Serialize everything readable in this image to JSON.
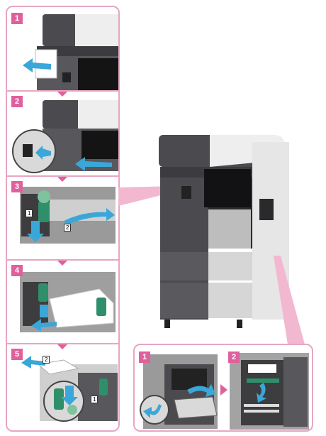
{
  "steps": [
    {
      "number": "1"
    },
    {
      "number": "2"
    },
    {
      "number": "3",
      "callouts": [
        "1",
        "2"
      ]
    },
    {
      "number": "4"
    },
    {
      "number": "5",
      "callouts": [
        "2",
        "1"
      ]
    }
  ],
  "detail_steps": [
    {
      "number": "1"
    },
    {
      "number": "2"
    }
  ],
  "colors": {
    "accent": "#e0609d",
    "frame": "#e8a6c3",
    "arrow": "#3aa7d8",
    "machine_dark": "#4b4a4e",
    "machine_light": "#e6e6e6",
    "lever_green": "#2f8f6b"
  }
}
